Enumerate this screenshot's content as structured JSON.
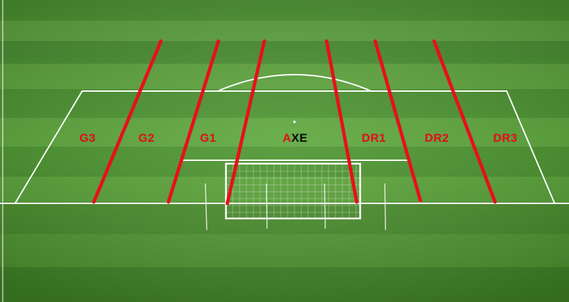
{
  "zones": {
    "left": [
      "G3",
      "G2",
      "G1"
    ],
    "center_first_letter": "A",
    "center_rest": "XE",
    "right": [
      "DR1",
      "DR2",
      "DR3"
    ]
  },
  "colors": {
    "grass_light": "#5aa83a",
    "grass_dark": "#3f8a26",
    "pitch_lines": "#ffffff",
    "zone_lines": "#e8101a",
    "zone_labels": "#e8101a",
    "center_label": "#0b0b0b"
  }
}
